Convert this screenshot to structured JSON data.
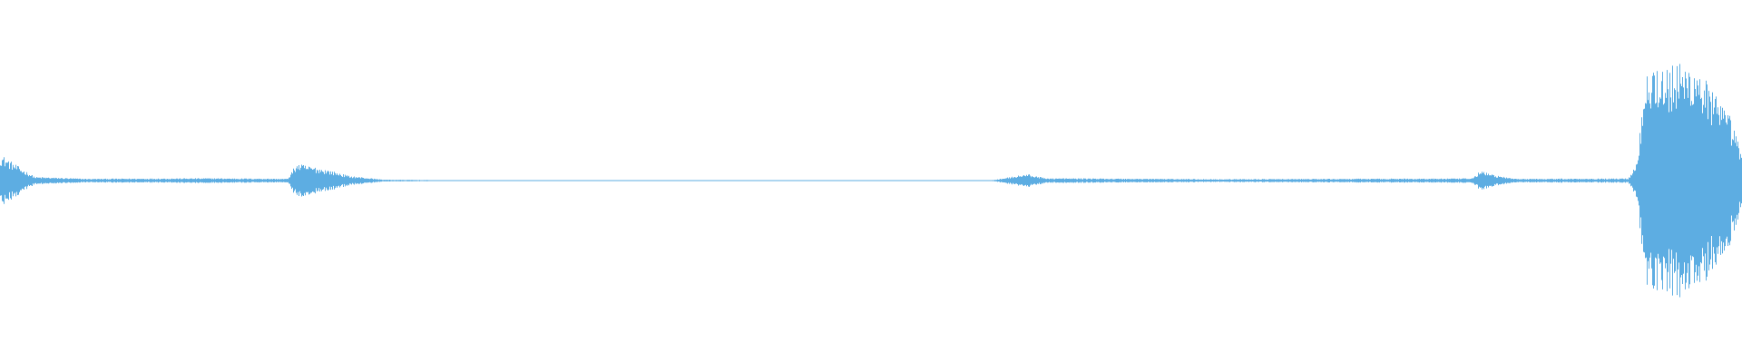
{
  "waveform": {
    "color": "#5dade2",
    "amplitude_envelope": [
      [
        0.0,
        0.22
      ],
      [
        0.012,
        0.1
      ],
      [
        0.02,
        0.03
      ],
      [
        0.05,
        0.015
      ],
      [
        0.12,
        0.02
      ],
      [
        0.165,
        0.015
      ],
      [
        0.17,
        0.14
      ],
      [
        0.178,
        0.12
      ],
      [
        0.188,
        0.09
      ],
      [
        0.2,
        0.04
      ],
      [
        0.22,
        0.008
      ],
      [
        0.25,
        0.004
      ],
      [
        0.57,
        0.004
      ],
      [
        0.58,
        0.03
      ],
      [
        0.59,
        0.055
      ],
      [
        0.6,
        0.02
      ],
      [
        0.7,
        0.012
      ],
      [
        0.845,
        0.018
      ],
      [
        0.85,
        0.08
      ],
      [
        0.86,
        0.04
      ],
      [
        0.87,
        0.015
      ],
      [
        0.935,
        0.018
      ],
      [
        0.94,
        0.15
      ],
      [
        0.945,
        1.0
      ],
      [
        0.96,
        0.95
      ],
      [
        0.975,
        1.0
      ],
      [
        0.985,
        0.7
      ],
      [
        0.995,
        0.5
      ],
      [
        1.0,
        0.2
      ]
    ]
  }
}
